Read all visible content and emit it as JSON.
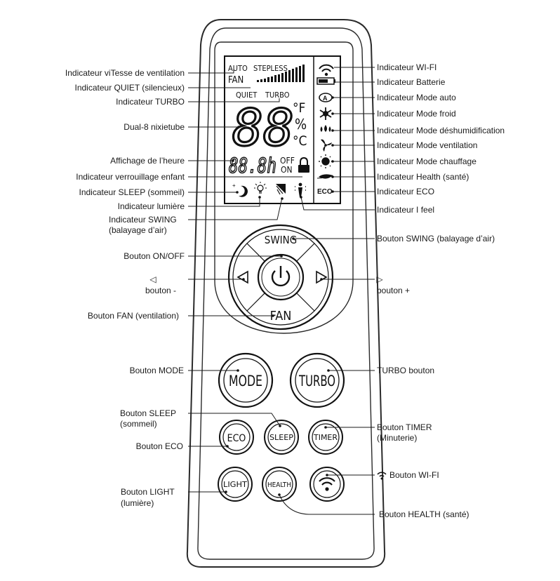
{
  "labels_left": {
    "fan_speed": "Indicateur viTesse de ventilation",
    "quiet": "Indicateur QUIET (silencieux)",
    "turbo": "Indicateur TURBO",
    "dual8": "Dual-8 nixietube",
    "clock": "Affichage de l’heure",
    "child_lock": "Indicateur verrouillage enfant",
    "sleep": "Indicateur SLEEP (sommeil)",
    "light": "Indicateur lumière",
    "swing_line1": "Indicateur SWING",
    "swing_line2": "(balayage d’air)",
    "onoff_btn": "Bouton ON/OFF",
    "left_glyph": "◁",
    "left_btn": "bouton -",
    "fan_btn": "Bouton FAN (ventilation)",
    "mode_btn": "Bouton MODE",
    "sleep_btn_line1": "Bouton SLEEP",
    "sleep_btn_line2": "(sommeil)",
    "eco_btn": "Bouton ECO",
    "light_btn_line1": "Bouton  LIGHT",
    "light_btn_line2": "(lumière)"
  },
  "labels_right": {
    "wifi": "Indicateur WI-FI",
    "battery": "Indicateur Batterie",
    "auto": "Indicateur Mode auto",
    "cool": "Indicateur Mode froid",
    "dry": "Indicateur Mode déshumidification",
    "fan": "Indicateur Mode ventilation",
    "heat": "Indicateur Mode chauffage",
    "health": "Indicateur Health (santé)",
    "eco": "Indicateur ECO",
    "ifeel": "Indicateur I feel",
    "swing_btn": "Bouton SWING (balayage d’air)",
    "right_glyph": "▷",
    "right_btn": "bouton +",
    "turbo_btn": "TURBO bouton",
    "timer_btn_line1": "Bouton TIMER",
    "timer_btn_line2": "(Minuterie)",
    "wifi_btn": "Bouton WI-FI",
    "health_btn": "Bouton HEALTH (santé)"
  },
  "lcd": {
    "auto": "AUTO",
    "stepless": "STEPLESS",
    "fan": "FAN",
    "quiet": "QUIET",
    "turbo": "TURBO",
    "digits": "88",
    "deg_f": "°F",
    "percent": "%",
    "deg_c": "°C",
    "clock": "88.8h",
    "off": "OFF",
    "on": "ON",
    "eco": "ECO"
  },
  "buttons": {
    "swing": "SWING",
    "fan": "FAN",
    "mode": "MODE",
    "turbo": "TURBO",
    "eco": "ECO",
    "sleep": "SLEEP",
    "timer": "TIMER",
    "light": "LIGHT",
    "health": "HEALTH"
  },
  "icons": {
    "lcd": [
      "wifi-icon",
      "battery-icon",
      "auto-mode-icon",
      "snowflake-icon",
      "drops-icon",
      "fan-blade-icon",
      "sun-icon",
      "leaf-icon",
      "moon-icon",
      "bulb-icon",
      "swing-louver-icon",
      "person-icon",
      "lock-icon"
    ],
    "buttons": [
      "power-icon",
      "left-triangle-icon",
      "right-triangle-icon",
      "wifi-icon"
    ]
  }
}
